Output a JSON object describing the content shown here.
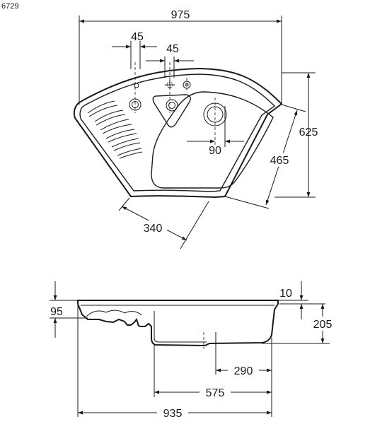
{
  "drawing_code": "6729",
  "top_view": {
    "dimensions": {
      "width_975": "975",
      "tap_offset_45_a": "45",
      "tap_offset_45_b": "45",
      "depth_625": "625",
      "depth_465": "465",
      "drain_90": "90",
      "drainer_340": "340"
    }
  },
  "side_view": {
    "dimensions": {
      "rim_95": "95",
      "rim_10": "10",
      "bowl_205": "205",
      "offset_290": "290",
      "bowl_575": "575",
      "total_935": "935"
    }
  }
}
